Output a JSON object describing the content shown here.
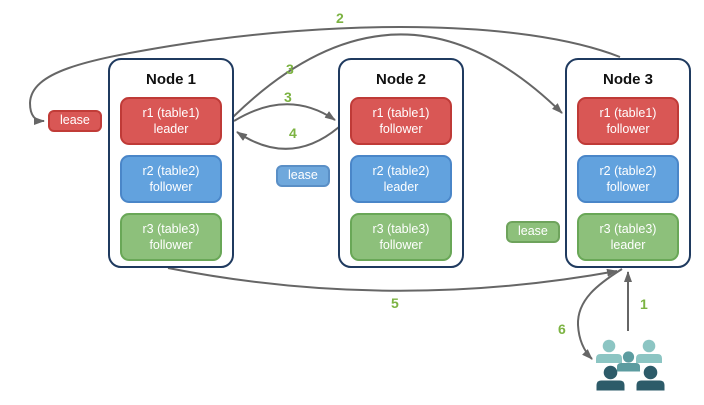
{
  "diagram": {
    "nodes": [
      {
        "title": "Node 1",
        "replicas": [
          {
            "name": "r1 (table1)",
            "role": "leader",
            "color": "#d95755"
          },
          {
            "name": "r2 (table2)",
            "role": "follower",
            "color": "#62a2de"
          },
          {
            "name": "r3 (table3)",
            "role": "follower",
            "color": "#8dc07b"
          }
        ]
      },
      {
        "title": "Node 2",
        "replicas": [
          {
            "name": "r1 (table1)",
            "role": "follower",
            "color": "#d95755"
          },
          {
            "name": "r2 (table2)",
            "role": "leader",
            "color": "#62a2de"
          },
          {
            "name": "r3 (table3)",
            "role": "follower",
            "color": "#8dc07b"
          }
        ]
      },
      {
        "title": "Node 3",
        "replicas": [
          {
            "name": "r1 (table1)",
            "role": "follower",
            "color": "#d95755"
          },
          {
            "name": "r2 (table2)",
            "role": "follower",
            "color": "#62a2de"
          },
          {
            "name": "r3 (table3)",
            "role": "leader",
            "color": "#8dc07b"
          }
        ]
      }
    ],
    "leases": [
      {
        "label": "lease",
        "color": "#d95755"
      },
      {
        "label": "lease",
        "color": "#6fa8dc"
      },
      {
        "label": "lease",
        "color": "#8dc07b"
      }
    ],
    "steps": {
      "s1": "1",
      "s2": "2",
      "s3a": "3",
      "s3b": "3",
      "s4": "4",
      "s5": "5",
      "s6": "6"
    },
    "icons": {
      "users": "users-icon"
    },
    "colors": {
      "arrow": "#666666",
      "step_label": "#7cb342",
      "node_border": "#1f3a5f",
      "red_fill": "#d95755",
      "red_border": "#bf3a37",
      "blue_fill": "#62a2de",
      "blue_border": "#4a86c8",
      "green_fill": "#8dc07b",
      "green_border": "#69a757",
      "users_back": "#8cc5c3",
      "users_middle": "#5c9ca0",
      "users_front": "#2d5b69"
    }
  }
}
